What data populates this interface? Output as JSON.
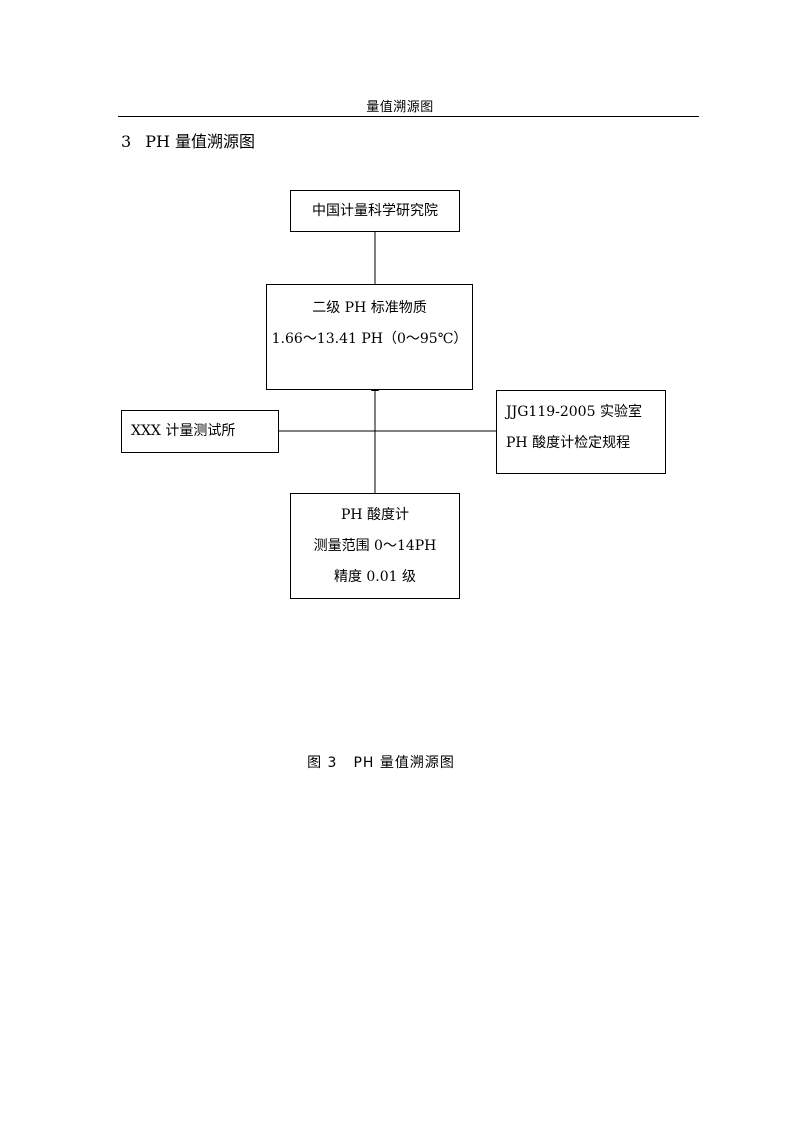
{
  "header": {
    "running_title": "量值溯源图"
  },
  "section": {
    "number": "3",
    "title": "PH 量值溯源图"
  },
  "diagram": {
    "top_box": {
      "label": "中国计量科学研究院"
    },
    "middle_box": {
      "line1": "二级 PH 标准物质",
      "line2": "1.66～13.41 PH（0～95℃）"
    },
    "left_box": {
      "label": "XXX 计量测试所"
    },
    "right_box": {
      "line1": "JJG119-2005 实验室",
      "line2": "PH 酸度计检定规程"
    },
    "bottom_box": {
      "line1": "PH 酸度计",
      "line2": "测量范围 0～14PH",
      "line3": "精度 0.01 级"
    }
  },
  "caption": {
    "number": "图 3",
    "title": "PH 量值溯源图"
  }
}
